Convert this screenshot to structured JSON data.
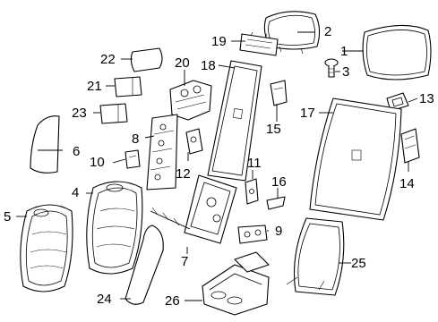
{
  "diagram": {
    "callouts": {
      "c1": "1",
      "c2": "2",
      "c3": "3",
      "c4": "4",
      "c5": "5",
      "c6": "6",
      "c7": "7",
      "c8": "8",
      "c9": "9",
      "c10": "10",
      "c11": "11",
      "c12": "12",
      "c13": "13",
      "c14": "14",
      "c15": "15",
      "c16": "16",
      "c17": "17",
      "c18": "18",
      "c19": "19",
      "c20": "20",
      "c21": "21",
      "c22": "22",
      "c23": "23",
      "c24": "24",
      "c25": "25",
      "c26": "26"
    }
  }
}
